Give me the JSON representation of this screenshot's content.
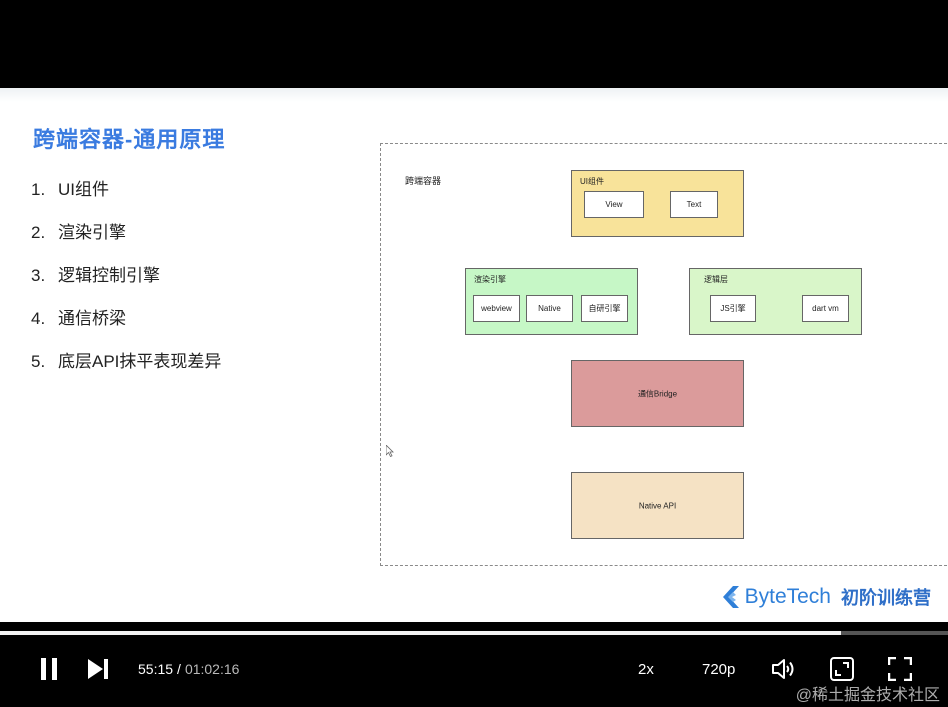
{
  "slide": {
    "title": "跨端容器-通用原理",
    "points": [
      {
        "num": "1.",
        "text": "UI组件"
      },
      {
        "num": "2.",
        "text": "渲染引擎"
      },
      {
        "num": "3.",
        "text": "逻辑控制引擎"
      },
      {
        "num": "4.",
        "text": "通信桥梁"
      },
      {
        "num": "5.",
        "text": "底层API抹平表现差异"
      }
    ],
    "diagram": {
      "title": "跨端容器",
      "ui": {
        "label": "UI组件",
        "items": [
          "View",
          "Text"
        ],
        "color": "#f8e39a"
      },
      "render": {
        "label": "渲染引擎",
        "items": [
          "webview",
          "Native",
          "自研引擎"
        ],
        "color": "#c6f7c6"
      },
      "logic": {
        "label": "逻辑层",
        "items": [
          "JS引擎",
          "dart vm"
        ],
        "color": "#d9f6c9"
      },
      "bridge": {
        "label": "通信Bridge",
        "color": "#db9b9b"
      },
      "native_api": {
        "label": "Native API",
        "color": "#f5e2c4"
      }
    },
    "brand": {
      "name": "ByteTech",
      "subtitle": "初阶训练营",
      "color": "#2f7fd8"
    }
  },
  "player": {
    "current_time": "55:15",
    "separator": "/",
    "duration": "01:02:16",
    "progress": 0.887,
    "speed": "2x",
    "quality": "720p",
    "icons": [
      "pause-icon",
      "next-icon",
      "volume-icon",
      "picture-in-picture-icon",
      "fullscreen-icon"
    ]
  },
  "watermark": "@稀土掘金技术社区"
}
